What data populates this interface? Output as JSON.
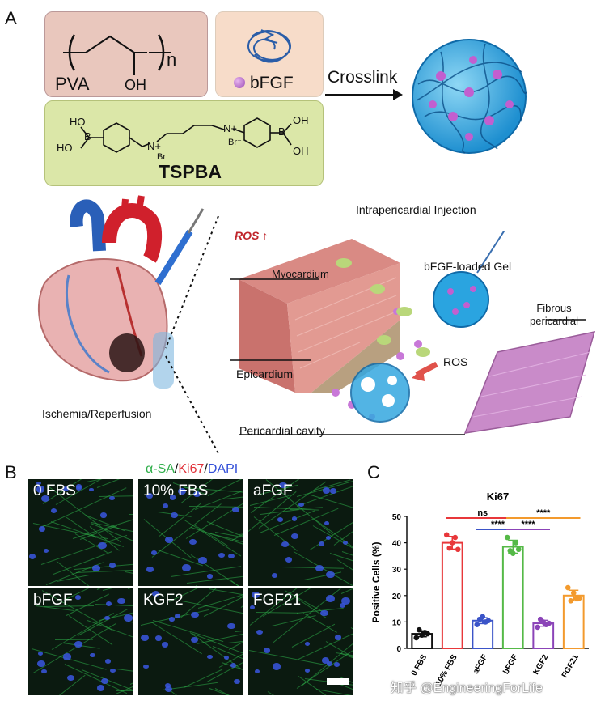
{
  "panels": {
    "a": "A",
    "b": "B",
    "c": "C"
  },
  "panel_a": {
    "pva_label": "PVA",
    "pva_oh": "OH",
    "pva_n": "n",
    "bfgf_label": "bFGF",
    "crosslink": "Crosslink",
    "tspba_label": "TSPBA",
    "ho_1": "HO",
    "ho_2": "HO",
    "oh_1": "OH",
    "oh_2": "OH",
    "b_1": "B",
    "b_2": "B",
    "n_plus_1": "N+",
    "n_plus_2": "N+",
    "br_1": "Br⁻",
    "br_2": "Br⁻",
    "ischemia": "Ischemia/Reperfusion",
    "ros_up": "ROS ↑",
    "intrapericardial": "Intrapericardial  Injection",
    "myocardium": "Myocardium",
    "bfgf_gel": "bFGF-loaded Gel",
    "fibrous": "Fibrous pericardial",
    "epicardium": "Epicardium",
    "ros": "ROS",
    "pericardial_cavity": "Pericardial cavity"
  },
  "panel_b": {
    "stain_sa": "α-SA",
    "stain_ki67": "Ki67",
    "stain_dapi": "DAPI",
    "sep": "/",
    "tiles": [
      "0 FBS",
      "10% FBS",
      "aFGF",
      "bFGF",
      "KGF2",
      "FGF21"
    ]
  },
  "chart_data": {
    "type": "bar",
    "title": "Ki67",
    "ylabel": "Positive Cells (%)",
    "ylim": [
      0,
      50
    ],
    "yticks": [
      0,
      10,
      20,
      30,
      40,
      50
    ],
    "categories": [
      "0 FBS",
      "10% FBS",
      "aFGF",
      "bFGF",
      "KGF2",
      "FGF21"
    ],
    "values": [
      5.5,
      40,
      10.5,
      38.5,
      9.5,
      20
    ],
    "colors": [
      "#111111",
      "#e8373a",
      "#3b54c8",
      "#55b947",
      "#8b44b8",
      "#f39a2d"
    ],
    "points": [
      [
        4,
        7,
        5,
        6,
        5.5
      ],
      [
        43,
        38,
        40,
        42,
        37.5
      ],
      [
        9,
        11,
        12,
        10,
        10.5
      ],
      [
        42,
        37,
        36,
        40,
        37.5
      ],
      [
        8,
        11,
        10,
        9,
        9.5
      ],
      [
        23,
        18,
        21,
        19,
        19
      ]
    ],
    "comparisons": [
      {
        "label": "ns",
        "from": 1,
        "to": 3,
        "color": "#e8373a"
      },
      {
        "label": "****",
        "from": 2,
        "to": 3,
        "color": "#3b54c8"
      },
      {
        "label": "****",
        "from": 3,
        "to": 5,
        "color": "#f39a2d"
      },
      {
        "label": "****",
        "from": 3,
        "to": 4,
        "color": "#8b44b8"
      }
    ]
  },
  "watermark": "知乎 @EngineeringForLife"
}
